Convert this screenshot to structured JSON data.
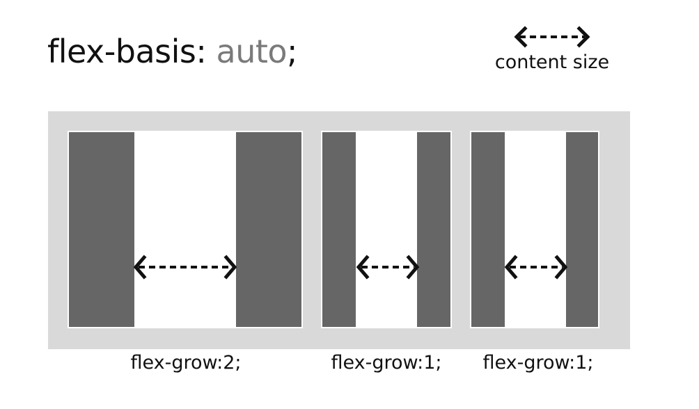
{
  "title": {
    "property": "flex-basis:",
    "value": "auto",
    "terminator": ";"
  },
  "legend": {
    "icon": "double-arrow-dashed-icon",
    "label": "content size"
  },
  "items": [
    {
      "label": "flex-grow:2;"
    },
    {
      "label": "flex-grow:1;"
    },
    {
      "label": "flex-grow:1;"
    }
  ],
  "colors": {
    "container": "#d9d9d9",
    "content_bar": "#666666",
    "title_value": "#7a7a7a"
  }
}
